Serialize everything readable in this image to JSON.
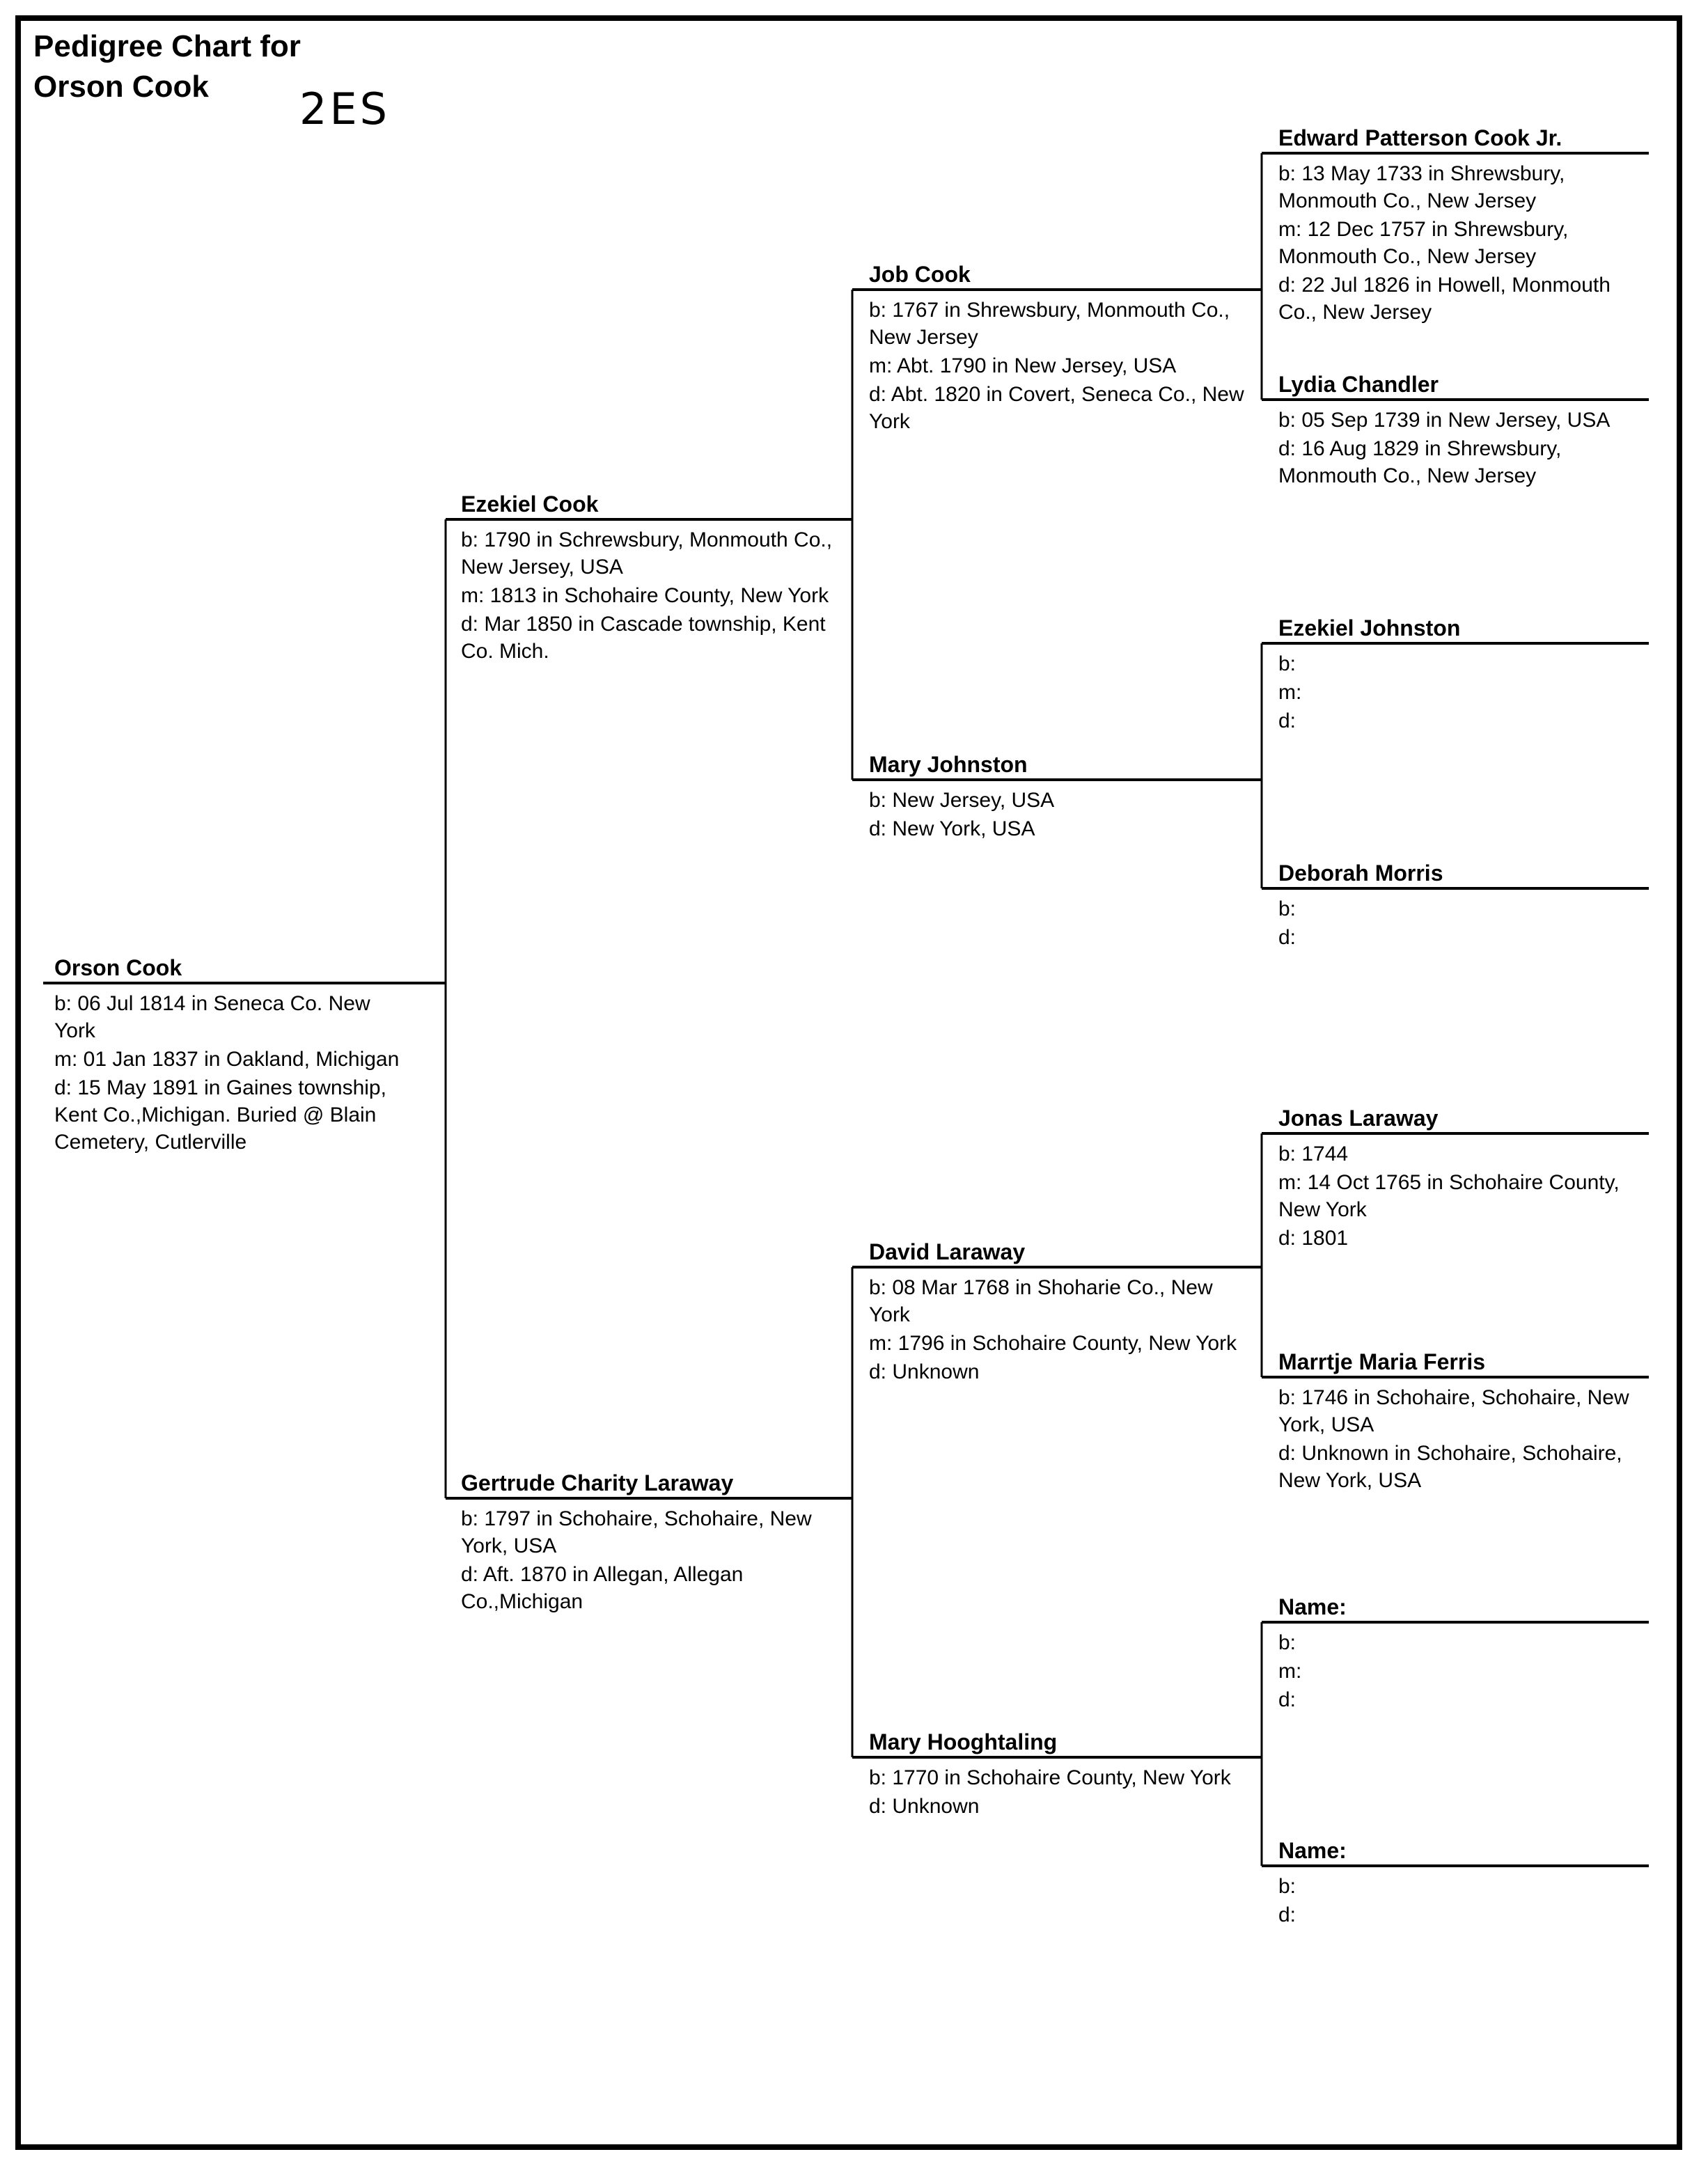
{
  "header": {
    "title_line1": "Pedigree Chart for",
    "title_line2": "Orson Cook",
    "handwritten_note": "2ES"
  },
  "people": {
    "orson": {
      "name": "Orson Cook",
      "facts": [
        "b: 06 Jul 1814 in Seneca Co. New York",
        "m: 01 Jan 1837 in Oakland, Michigan",
        "d: 15 May 1891 in Gaines township, Kent Co.,Michigan. Buried @ Blain Cemetery, Cutlerville"
      ]
    },
    "ezekiel_cook": {
      "name": "Ezekiel Cook",
      "facts": [
        "b: 1790 in Schrewsbury, Monmouth Co., New Jersey, USA",
        "m: 1813 in Schohaire County, New York",
        "d: Mar 1850 in Cascade township, Kent Co. Mich."
      ]
    },
    "gertrude": {
      "name": "Gertrude Charity Laraway",
      "facts": [
        "b: 1797 in Schohaire, Schohaire, New York, USA",
        "d: Aft. 1870 in Allegan, Allegan Co.,Michigan"
      ]
    },
    "job_cook": {
      "name": "Job Cook",
      "facts": [
        "b: 1767 in Shrewsbury, Monmouth Co., New Jersey",
        "m: Abt. 1790 in New Jersey, USA",
        "d: Abt. 1820 in Covert, Seneca Co., New York"
      ]
    },
    "mary_johnston": {
      "name": "Mary Johnston",
      "facts": [
        "b: New Jersey, USA",
        "d: New York, USA"
      ]
    },
    "david_laraway": {
      "name": "David Laraway",
      "facts": [
        "b: 08 Mar 1768 in Shoharie Co., New York",
        "m: 1796 in Schohaire County, New York",
        "d: Unknown"
      ]
    },
    "mary_hooghtaling": {
      "name": "Mary Hooghtaling",
      "facts": [
        "b: 1770 in Schohaire County, New York",
        "d: Unknown"
      ]
    },
    "edward": {
      "name": "Edward Patterson Cook Jr.",
      "facts": [
        "b: 13 May 1733 in Shrewsbury, Monmouth Co., New Jersey",
        "m: 12 Dec 1757 in Shrewsbury, Monmouth Co., New Jersey",
        "d: 22 Jul 1826 in Howell, Monmouth Co., New Jersey"
      ]
    },
    "lydia": {
      "name": "Lydia Chandler",
      "facts": [
        "b: 05 Sep 1739 in New Jersey, USA",
        "d: 16 Aug 1829 in Shrewsbury, Monmouth Co., New Jersey"
      ]
    },
    "ezekiel_johnston": {
      "name": "Ezekiel Johnston",
      "facts": [
        "b:",
        "m:",
        "d:"
      ]
    },
    "deborah": {
      "name": "Deborah Morris",
      "facts": [
        "b:",
        "d:"
      ]
    },
    "jonas": {
      "name": "Jonas Laraway",
      "facts": [
        "b: 1744",
        "m: 14 Oct 1765 in Schohaire County, New York",
        "d: 1801"
      ]
    },
    "marrtje": {
      "name": "Marrtje Maria Ferris",
      "facts": [
        "b: 1746 in Schohaire, Schohaire, New York, USA",
        "d: Unknown in Schohaire, Schohaire, New York, USA"
      ]
    },
    "unknown_father": {
      "name": "Name:",
      "facts": [
        "b:",
        "m:",
        "d:"
      ]
    },
    "unknown_mother": {
      "name": "Name:",
      "facts": [
        "b:",
        "d:"
      ]
    }
  }
}
